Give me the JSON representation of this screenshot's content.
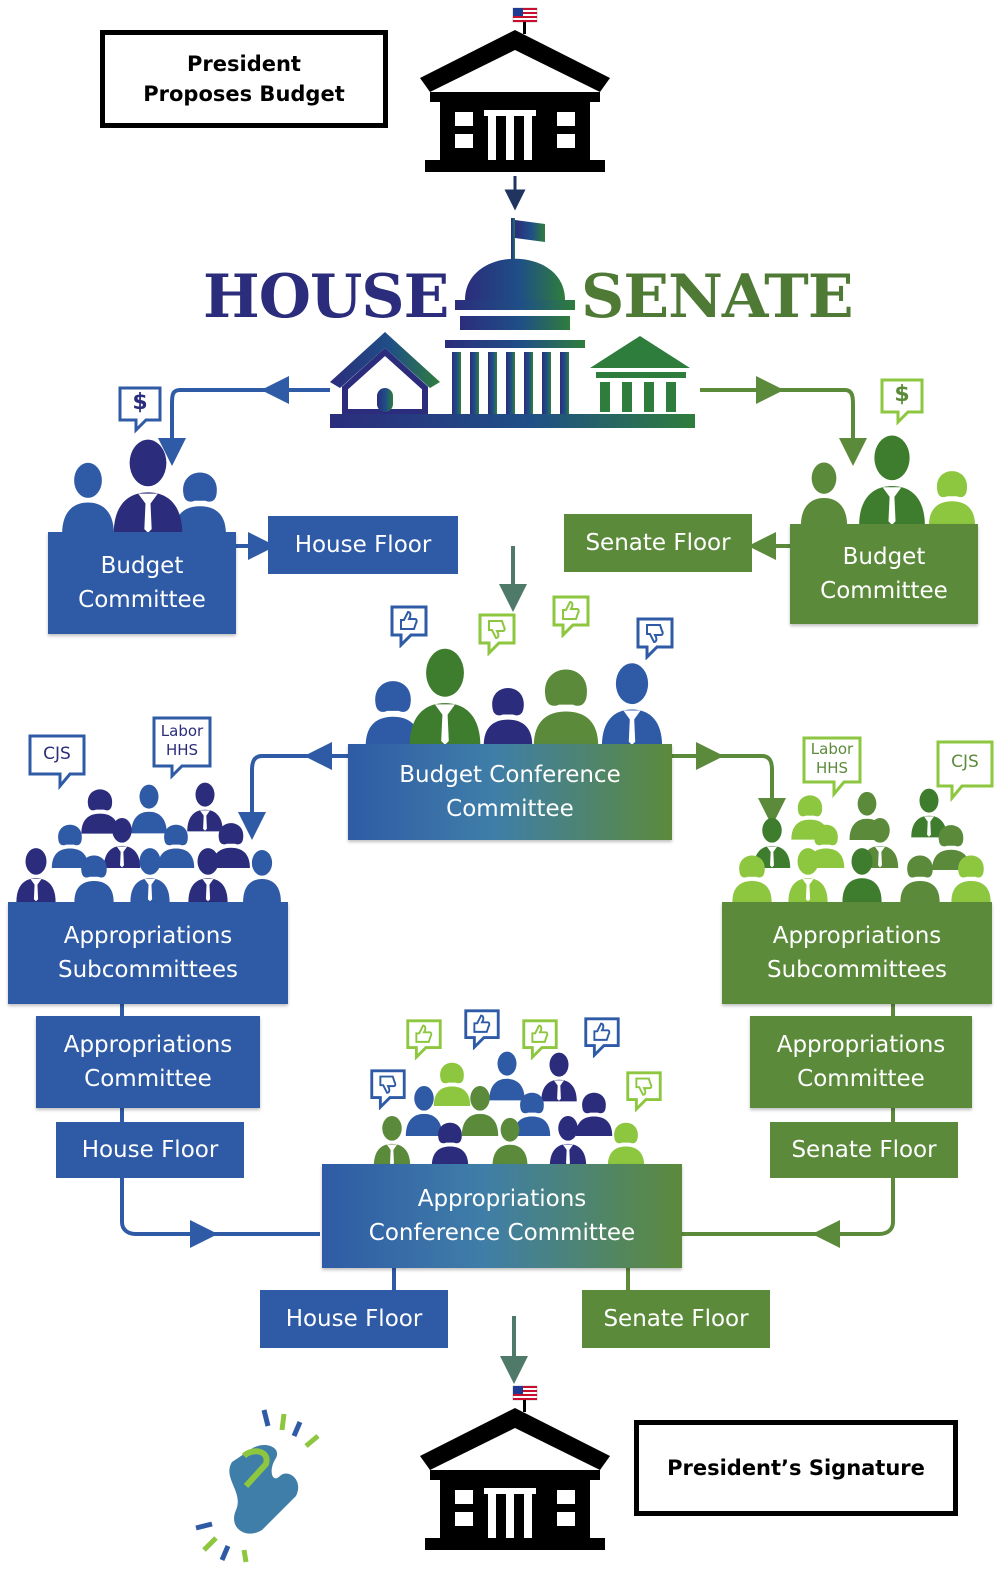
{
  "president_box": {
    "line1": "President",
    "line2": "Proposes Budget"
  },
  "signature_box": {
    "label": "President’s Signature"
  },
  "titles": {
    "house": "HOUSE",
    "senate": "SENATE"
  },
  "house": {
    "budget_committee": {
      "line1": "Budget",
      "line2": "Committee"
    },
    "floor_1": "House Floor",
    "approp_subcommittees": {
      "line1": "Appropriations",
      "line2": "Subcommittees"
    },
    "approp_committee": {
      "line1": "Appropriations",
      "line2": "Committee"
    },
    "floor_2": "House Floor",
    "floor_3": "House Floor",
    "bubble_cjs": "CJS",
    "bubble_labor": {
      "line1": "Labor",
      "line2": "HHS"
    }
  },
  "senate": {
    "budget_committee": {
      "line1": "Budget",
      "line2": "Committee"
    },
    "floor_1": "Senate Floor",
    "approp_subcommittees": {
      "line1": "Appropriations",
      "line2": "Subcommittees"
    },
    "approp_committee": {
      "line1": "Appropriations",
      "line2": "Committee"
    },
    "floor_2": "Senate Floor",
    "floor_3": "Senate Floor",
    "bubble_cjs": "CJS",
    "bubble_labor": {
      "line1": "Labor",
      "line2": "HHS"
    }
  },
  "budget_conference": {
    "line1": "Budget Conference",
    "line2": "Committee"
  },
  "approp_conference": {
    "line1": "Appropriations",
    "line2": "Conference Committee"
  },
  "bubble_dollar": "$",
  "colors": {
    "house_blue": "#2f5ba6",
    "house_navy": "#2b2d7c",
    "senate_green": "#5b8a3b",
    "light_green": "#8dc63f",
    "black": "#000000"
  }
}
